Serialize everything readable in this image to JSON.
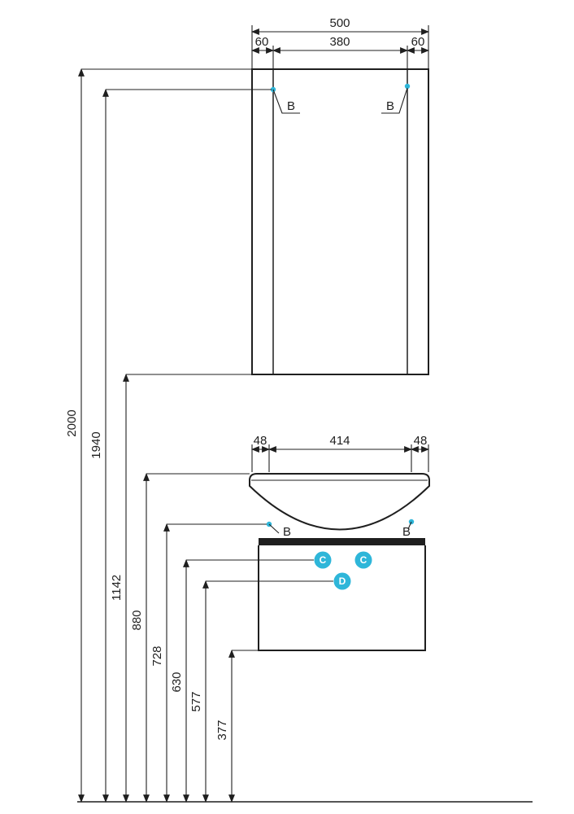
{
  "colors": {
    "line": "#1f1f1f",
    "accent": "#2eb6d9",
    "background": "#ffffff"
  },
  "mirror": {
    "dim_total": "500",
    "dim_left": "60",
    "dim_center": "380",
    "dim_right": "60",
    "mount_left": "B",
    "mount_right": "B"
  },
  "vanity": {
    "dim_left": "48",
    "dim_center": "414",
    "dim_right": "48",
    "mount_left": "B",
    "mount_right": "B",
    "holes": [
      {
        "label": "C"
      },
      {
        "label": "C"
      },
      {
        "label": "D"
      }
    ]
  },
  "heights": [
    {
      "label": "2000"
    },
    {
      "label": "1940"
    },
    {
      "label": "1142"
    },
    {
      "label": "880"
    },
    {
      "label": "728"
    },
    {
      "label": "630"
    },
    {
      "label": "577"
    },
    {
      "label": "377"
    }
  ]
}
